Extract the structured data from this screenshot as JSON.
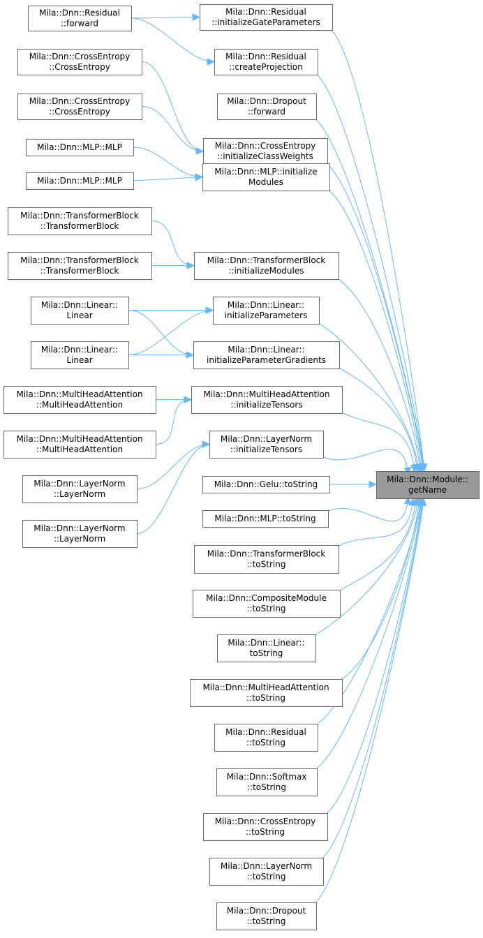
{
  "diagram": {
    "colors": {
      "edge": "#63b8ff",
      "node_border": "#666666",
      "target_fill": "#999999",
      "node_fill": "#ffffff"
    },
    "target": {
      "id": "target",
      "lines": [
        "Mila::Dnn::Module::",
        "getName"
      ]
    },
    "nodes": [
      {
        "id": "n_res_fwd",
        "lines": [
          "Mila::Dnn::Residual",
          "::forward"
        ]
      },
      {
        "id": "n_res_igp",
        "lines": [
          "Mila::Dnn::Residual",
          "::initializeGateParameters"
        ]
      },
      {
        "id": "n_res_cp",
        "lines": [
          "Mila::Dnn::Residual",
          "::createProjection"
        ]
      },
      {
        "id": "n_ce_ctor1",
        "lines": [
          "Mila::Dnn::CrossEntropy",
          "::CrossEntropy"
        ]
      },
      {
        "id": "n_ce_ctor2",
        "lines": [
          "Mila::Dnn::CrossEntropy",
          "::CrossEntropy"
        ]
      },
      {
        "id": "n_drop_fwd",
        "lines": [
          "Mila::Dnn::Dropout",
          "::forward"
        ]
      },
      {
        "id": "n_ce_icw",
        "lines": [
          "Mila::Dnn::CrossEntropy",
          "::initializeClassWeights"
        ]
      },
      {
        "id": "n_mlp_ctor1",
        "lines": [
          "Mila::Dnn::MLP::MLP"
        ]
      },
      {
        "id": "n_mlp_ctor2",
        "lines": [
          "Mila::Dnn::MLP::MLP"
        ]
      },
      {
        "id": "n_mlp_im",
        "lines": [
          "Mila::Dnn::MLP::initialize",
          "Modules"
        ]
      },
      {
        "id": "n_tb_ctor1",
        "lines": [
          "Mila::Dnn::TransformerBlock",
          "::TransformerBlock"
        ]
      },
      {
        "id": "n_tb_ctor2",
        "lines": [
          "Mila::Dnn::TransformerBlock",
          "::TransformerBlock"
        ]
      },
      {
        "id": "n_tb_im",
        "lines": [
          "Mila::Dnn::TransformerBlock",
          "::initializeModules"
        ]
      },
      {
        "id": "n_lin_ctor1",
        "lines": [
          "Mila::Dnn::Linear::",
          "Linear"
        ]
      },
      {
        "id": "n_lin_ctor2",
        "lines": [
          "Mila::Dnn::Linear::",
          "Linear"
        ]
      },
      {
        "id": "n_lin_ip",
        "lines": [
          "Mila::Dnn::Linear::",
          "initializeParameters"
        ]
      },
      {
        "id": "n_lin_ipg",
        "lines": [
          "Mila::Dnn::Linear::",
          "initializeParameterGradients"
        ]
      },
      {
        "id": "n_mha_ctor1",
        "lines": [
          "Mila::Dnn::MultiHeadAttention",
          "::MultiHeadAttention"
        ]
      },
      {
        "id": "n_mha_ctor2",
        "lines": [
          "Mila::Dnn::MultiHeadAttention",
          "::MultiHeadAttention"
        ]
      },
      {
        "id": "n_mha_it",
        "lines": [
          "Mila::Dnn::MultiHeadAttention",
          "::initializeTensors"
        ]
      },
      {
        "id": "n_ln_ctor1",
        "lines": [
          "Mila::Dnn::LayerNorm",
          "::LayerNorm"
        ]
      },
      {
        "id": "n_ln_ctor2",
        "lines": [
          "Mila::Dnn::LayerNorm",
          "::LayerNorm"
        ]
      },
      {
        "id": "n_ln_it",
        "lines": [
          "Mila::Dnn::LayerNorm",
          "::initializeTensors"
        ]
      },
      {
        "id": "n_gelu_ts",
        "lines": [
          "Mila::Dnn::Gelu::toString"
        ]
      },
      {
        "id": "n_mlp_ts",
        "lines": [
          "Mila::Dnn::MLP::toString"
        ]
      },
      {
        "id": "n_tb_ts",
        "lines": [
          "Mila::Dnn::TransformerBlock",
          "::toString"
        ]
      },
      {
        "id": "n_cm_ts",
        "lines": [
          "Mila::Dnn::CompositeModule",
          "::toString"
        ]
      },
      {
        "id": "n_lin_ts",
        "lines": [
          "Mila::Dnn::Linear::",
          "toString"
        ]
      },
      {
        "id": "n_mha_ts",
        "lines": [
          "Mila::Dnn::MultiHeadAttention",
          "::toString"
        ]
      },
      {
        "id": "n_res_ts",
        "lines": [
          "Mila::Dnn::Residual",
          "::toString"
        ]
      },
      {
        "id": "n_sm_ts",
        "lines": [
          "Mila::Dnn::Softmax",
          "::toString"
        ]
      },
      {
        "id": "n_ce_ts",
        "lines": [
          "Mila::Dnn::CrossEntropy",
          "::toString"
        ]
      },
      {
        "id": "n_ln_ts",
        "lines": [
          "Mila::Dnn::LayerNorm",
          "::toString"
        ]
      },
      {
        "id": "n_drop_ts",
        "lines": [
          "Mila::Dnn::Dropout",
          "::toString"
        ]
      }
    ],
    "edges": [
      {
        "from": "n_res_fwd",
        "to": "n_res_igp"
      },
      {
        "from": "n_res_fwd",
        "to": "n_res_cp"
      },
      {
        "from": "n_ce_ctor1",
        "to": "n_ce_icw"
      },
      {
        "from": "n_ce_ctor2",
        "to": "n_ce_icw"
      },
      {
        "from": "n_mlp_ctor1",
        "to": "n_mlp_im"
      },
      {
        "from": "n_mlp_ctor2",
        "to": "n_mlp_im"
      },
      {
        "from": "n_tb_ctor1",
        "to": "n_tb_im"
      },
      {
        "from": "n_tb_ctor2",
        "to": "n_tb_im"
      },
      {
        "from": "n_lin_ctor1",
        "to": "n_lin_ip"
      },
      {
        "from": "n_lin_ctor1",
        "to": "n_lin_ipg"
      },
      {
        "from": "n_lin_ctor2",
        "to": "n_lin_ip"
      },
      {
        "from": "n_lin_ctor2",
        "to": "n_lin_ipg"
      },
      {
        "from": "n_mha_ctor1",
        "to": "n_mha_it"
      },
      {
        "from": "n_mha_ctor2",
        "to": "n_mha_it"
      },
      {
        "from": "n_ln_ctor1",
        "to": "n_ln_it"
      },
      {
        "from": "n_ln_ctor2",
        "to": "n_ln_it"
      },
      {
        "from": "n_res_igp",
        "to": "target"
      },
      {
        "from": "n_res_cp",
        "to": "target"
      },
      {
        "from": "n_drop_fwd",
        "to": "target"
      },
      {
        "from": "n_ce_icw",
        "to": "target"
      },
      {
        "from": "n_mlp_im",
        "to": "target"
      },
      {
        "from": "n_tb_im",
        "to": "target"
      },
      {
        "from": "n_lin_ip",
        "to": "target"
      },
      {
        "from": "n_lin_ipg",
        "to": "target"
      },
      {
        "from": "n_mha_it",
        "to": "target"
      },
      {
        "from": "n_ln_it",
        "to": "target"
      },
      {
        "from": "n_gelu_ts",
        "to": "target"
      },
      {
        "from": "n_mlp_ts",
        "to": "target"
      },
      {
        "from": "n_tb_ts",
        "to": "target"
      },
      {
        "from": "n_cm_ts",
        "to": "target"
      },
      {
        "from": "n_lin_ts",
        "to": "target"
      },
      {
        "from": "n_mha_ts",
        "to": "target"
      },
      {
        "from": "n_res_ts",
        "to": "target"
      },
      {
        "from": "n_sm_ts",
        "to": "target"
      },
      {
        "from": "n_ce_ts",
        "to": "target"
      },
      {
        "from": "n_ln_ts",
        "to": "target"
      },
      {
        "from": "n_drop_ts",
        "to": "target"
      }
    ]
  }
}
